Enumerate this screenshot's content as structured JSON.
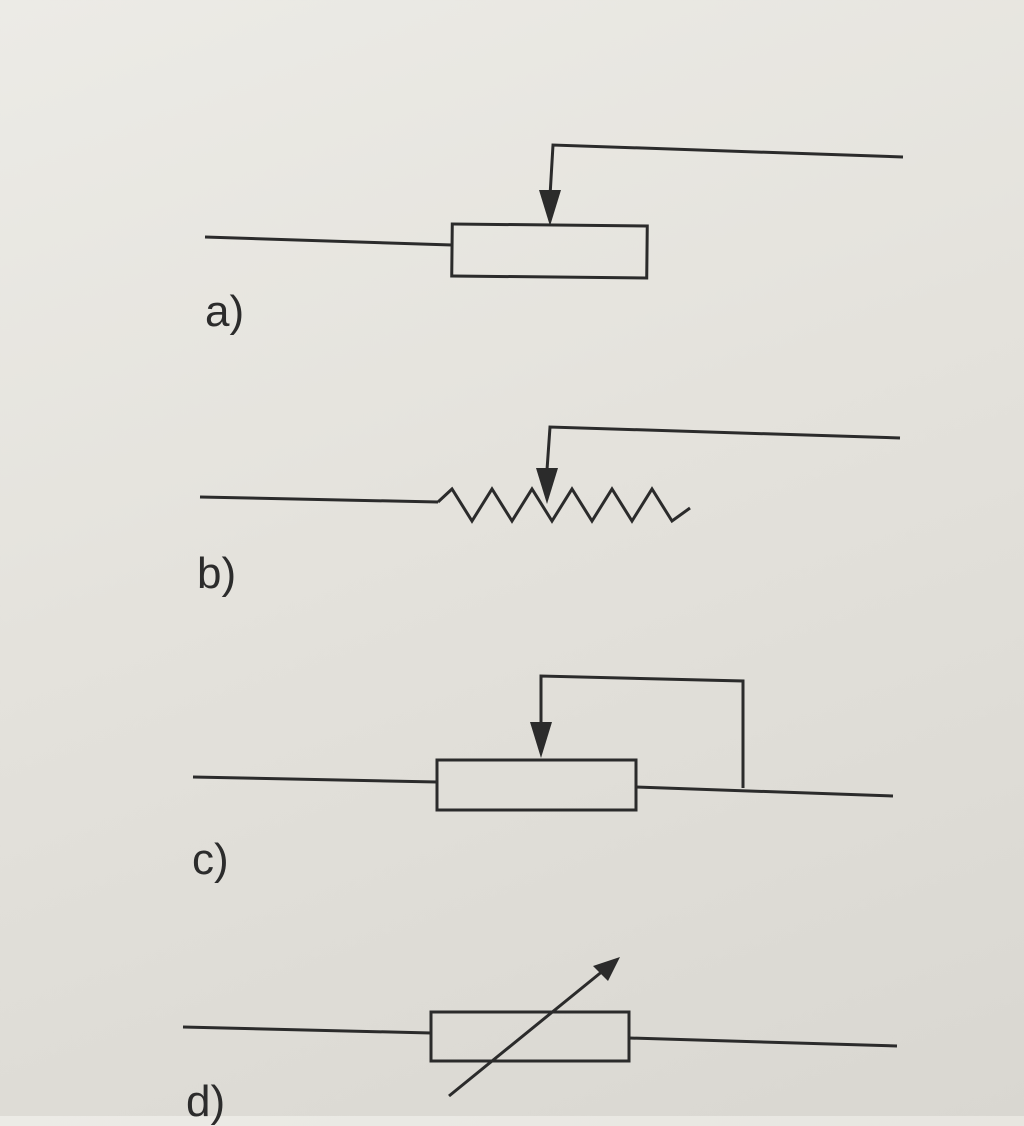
{
  "diagrams": [
    {
      "label": "a)",
      "symbol": "potentiometer-rectangle"
    },
    {
      "label": "b)",
      "symbol": "potentiometer-zigzag"
    },
    {
      "label": "c)",
      "symbol": "rheostat-rectangle"
    },
    {
      "label": "d)",
      "symbol": "variable-resistor-rectangle"
    }
  ],
  "colors": {
    "ink": "#2b2b2b",
    "paper": "#e6e4de"
  }
}
